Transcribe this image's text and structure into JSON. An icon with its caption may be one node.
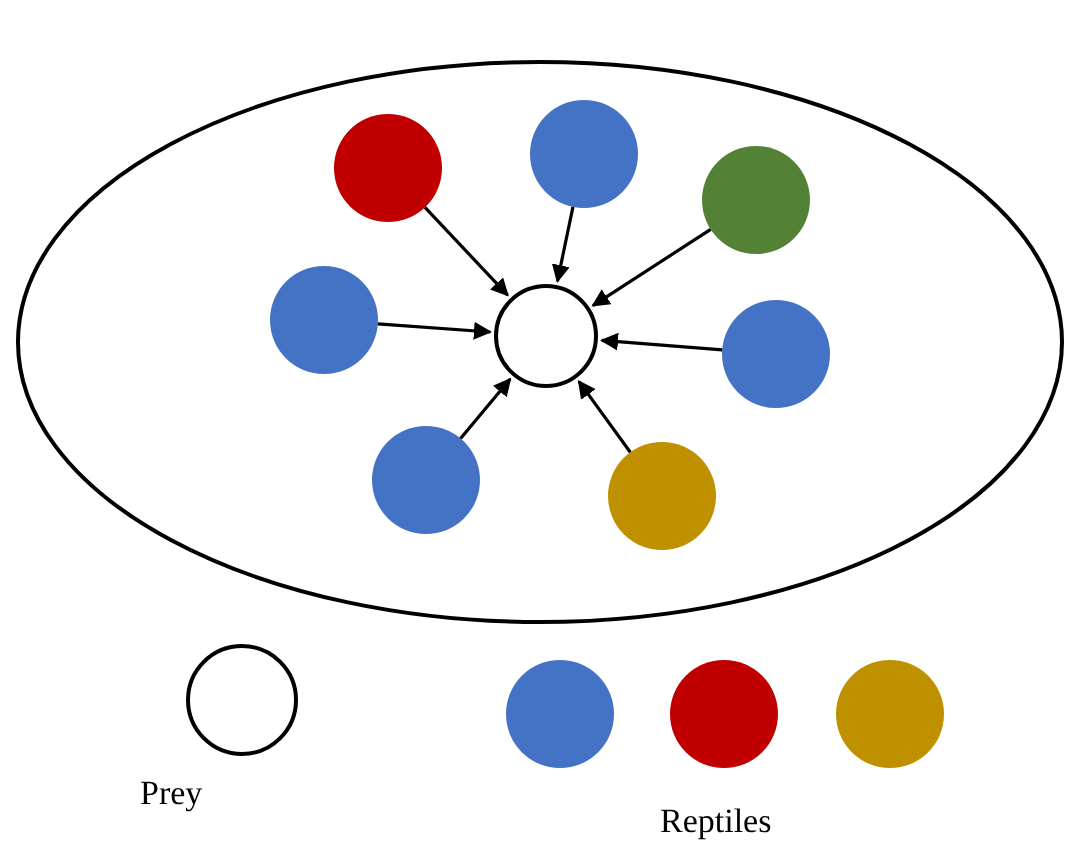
{
  "diagram": {
    "nodes": [
      {
        "text": [],
        "shape": "ellipse"
      },
      {
        "text": [],
        "shape": "circle",
        "in": 0
      },
      {
        "text": [],
        "shape": "circle",
        "in": 0
      },
      {
        "text": [],
        "shape": "circle",
        "in": 0
      },
      {
        "text": [],
        "shape": "circle",
        "in": 0
      },
      {
        "text": [],
        "shape": "circle",
        "in": 0
      },
      {
        "text": [],
        "shape": "circle",
        "in": 0
      },
      {
        "text": [],
        "shape": "circle",
        "in": 0
      },
      {
        "text": [],
        "shape": "circle",
        "in": 0
      },
      {
        "text": [],
        "shape": "circle",
        "beside": [
          "Prey"
        ]
      },
      {
        "text": [],
        "shape": "circle"
      },
      {
        "text": [],
        "shape": "circle"
      },
      {
        "text": [],
        "shape": "circle"
      }
    ],
    "edges": [
      {
        "from": 1,
        "to": 5,
        "arrow": "to"
      },
      {
        "from": 2,
        "to": 5,
        "arrow": "to"
      },
      {
        "from": 3,
        "to": 5,
        "arrow": "to"
      },
      {
        "from": 4,
        "to": 5,
        "arrow": "to"
      },
      {
        "from": 6,
        "to": 5,
        "arrow": "to"
      },
      {
        "from": 7,
        "to": 5,
        "arrow": "to"
      },
      {
        "from": 8,
        "to": 5,
        "arrow": "to"
      }
    ],
    "labels": [
      "Reptiles"
    ]
  }
}
